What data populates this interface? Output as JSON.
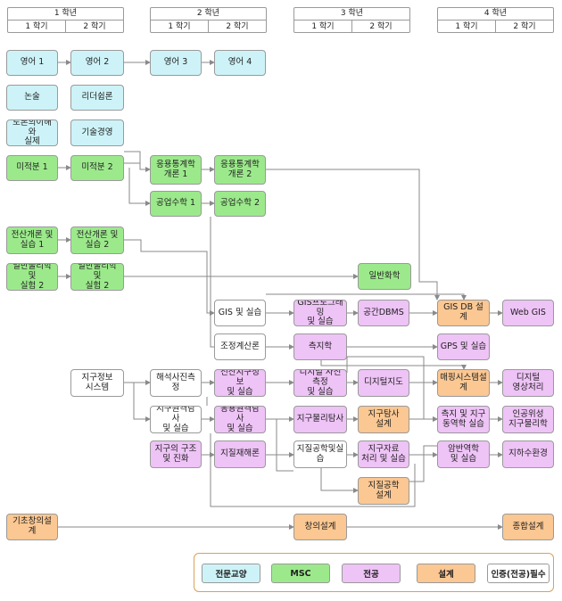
{
  "years": [
    {
      "label": "1 학년",
      "semesters": [
        "1 학기",
        "2 학기"
      ]
    },
    {
      "label": "2 학년",
      "semesters": [
        "1 학기",
        "2 학기"
      ]
    },
    {
      "label": "3 학년",
      "semesters": [
        "1 학기",
        "2 학기"
      ]
    },
    {
      "label": "4 학년",
      "semesters": [
        "1 학기",
        "2 학기"
      ]
    }
  ],
  "colors": {
    "general": "#cdf3f8",
    "msc": "#9ce98c",
    "major": "#eec3f6",
    "design": "#fbc792",
    "required": "#ffffff",
    "legend_border": "#d9a15a",
    "line": "#8a8a8a"
  },
  "courses": [
    {
      "id": "eng1",
      "label": "영어 1",
      "cat": "general"
    },
    {
      "id": "eng2",
      "label": "영어 2",
      "cat": "general"
    },
    {
      "id": "eng3",
      "label": "영어 3",
      "cat": "general"
    },
    {
      "id": "eng4",
      "label": "영어 4",
      "cat": "general"
    },
    {
      "id": "nonsul",
      "label": "논술",
      "cat": "general"
    },
    {
      "id": "leader",
      "label": "리더쉽론",
      "cat": "general"
    },
    {
      "id": "debate",
      "label": "토론의이해와\n실제",
      "cat": "general"
    },
    {
      "id": "techmgmt",
      "label": "기술경영",
      "cat": "general"
    },
    {
      "id": "calc1",
      "label": "미적분 1",
      "cat": "msc"
    },
    {
      "id": "calc2",
      "label": "미적분 2",
      "cat": "msc"
    },
    {
      "id": "stat1",
      "label": "응용통계학\n개론 1",
      "cat": "msc"
    },
    {
      "id": "stat2",
      "label": "응용통계학\n개론 2",
      "cat": "msc"
    },
    {
      "id": "engmath1",
      "label": "공업수학 1",
      "cat": "msc"
    },
    {
      "id": "engmath2",
      "label": "공업수학 2",
      "cat": "msc"
    },
    {
      "id": "comp1",
      "label": "전산개론 및\n실습 1",
      "cat": "msc"
    },
    {
      "id": "comp2",
      "label": "전산개론 및\n실습 2",
      "cat": "msc"
    },
    {
      "id": "phys2",
      "label": "일반물리학 및\n실험 2",
      "cat": "msc"
    },
    {
      "id": "phys2b",
      "label": "일반물리학 및\n실험 2",
      "cat": "msc"
    },
    {
      "id": "chem",
      "label": "일반화학",
      "cat": "msc"
    },
    {
      "id": "gis",
      "label": "GIS 및 실습",
      "cat": "required"
    },
    {
      "id": "gisprog",
      "label": "GIS프로그래밍\n및 실습",
      "cat": "major"
    },
    {
      "id": "sdbms",
      "label": "공간DBMS",
      "cat": "major"
    },
    {
      "id": "gisdb",
      "label": "GIS DB 설계",
      "cat": "design"
    },
    {
      "id": "webgis",
      "label": "Web GIS",
      "cat": "major"
    },
    {
      "id": "adjust",
      "label": "조정계산론",
      "cat": "required"
    },
    {
      "id": "geodesy",
      "label": "측지학",
      "cat": "major"
    },
    {
      "id": "gps",
      "label": "GPS 및 실습",
      "cat": "major"
    },
    {
      "id": "geoinfo",
      "label": "지구정보\n시스템",
      "cat": "required"
    },
    {
      "id": "photo",
      "label": "해석사진측정",
      "cat": "required"
    },
    {
      "id": "compgeo",
      "label": "전산지구정보\n및 실습",
      "cat": "major"
    },
    {
      "id": "digphoto",
      "label": "디지털 사진측정\n및 실습",
      "cat": "major"
    },
    {
      "id": "digmap",
      "label": "디지털지도",
      "cat": "major"
    },
    {
      "id": "mapsys",
      "label": "매핑시스템설계",
      "cat": "design"
    },
    {
      "id": "digimg",
      "label": "디지털\n영상처리",
      "cat": "major"
    },
    {
      "id": "remote",
      "label": "지구원격탐사\n및 실습",
      "cat": "required"
    },
    {
      "id": "apprem",
      "label": "응용원격탐사\n및 실습",
      "cat": "major"
    },
    {
      "id": "geophys",
      "label": "지구물리탐사",
      "cat": "major"
    },
    {
      "id": "exploredes",
      "label": "지구탐사\n설계",
      "cat": "design"
    },
    {
      "id": "geodyn",
      "label": "측지 및 지구\n동역학 실습",
      "cat": "major"
    },
    {
      "id": "satgeo",
      "label": "인공위성\n지구물리학",
      "cat": "major"
    },
    {
      "id": "struct",
      "label": "지구의 구조\n및 진화",
      "cat": "major"
    },
    {
      "id": "geoint",
      "label": "지질재해론",
      "cat": "major"
    },
    {
      "id": "geoeng",
      "label": "지질공학및실습",
      "cat": "required"
    },
    {
      "id": "earthdata",
      "label": "지구자료\n처리 및 실습",
      "cat": "major"
    },
    {
      "id": "rockmech",
      "label": "암반역학\n및 실습",
      "cat": "major"
    },
    {
      "id": "groundwater",
      "label": "지하수환경",
      "cat": "major"
    },
    {
      "id": "geoengdes",
      "label": "지질공학\n설계",
      "cat": "design"
    },
    {
      "id": "basicdes",
      "label": "기초창의설계",
      "cat": "design"
    },
    {
      "id": "creative",
      "label": "창의설계",
      "cat": "design"
    },
    {
      "id": "capstone",
      "label": "종합설계",
      "cat": "design"
    }
  ],
  "legend": [
    {
      "label": "전문교양",
      "cat": "general"
    },
    {
      "label": "MSC",
      "cat": "msc"
    },
    {
      "label": "전공",
      "cat": "major"
    },
    {
      "label": "설계",
      "cat": "design"
    },
    {
      "label": "인증(전공)필수",
      "cat": "required"
    }
  ]
}
